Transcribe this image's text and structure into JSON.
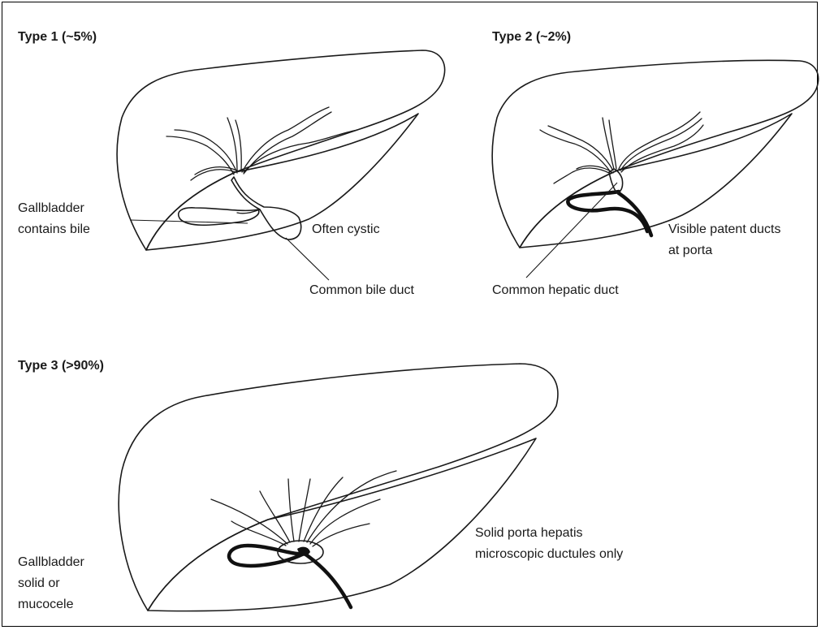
{
  "panels": {
    "type1": {
      "title": "Type 1 (~5%)",
      "gallbladder_label": [
        "Gallbladder",
        "contains bile"
      ],
      "cyst_label": "Often cystic",
      "duct_label": "Common bile duct"
    },
    "type2": {
      "title": "Type 2 (~2%)",
      "ducts_label": [
        "Visible patent ducts",
        "at porta"
      ],
      "duct_label": "Common hepatic duct"
    },
    "type3": {
      "title": "Type 3 (>90%)",
      "gallbladder_label": [
        "Gallbladder",
        "solid or",
        "mucocele"
      ],
      "porta_label": [
        "Solid porta hepatis",
        "microscopic ductules only"
      ]
    }
  },
  "colors": {
    "liver_light": "#fdf6f4",
    "liver_dark": "#d8959a",
    "outline": "#1a1a1a"
  }
}
